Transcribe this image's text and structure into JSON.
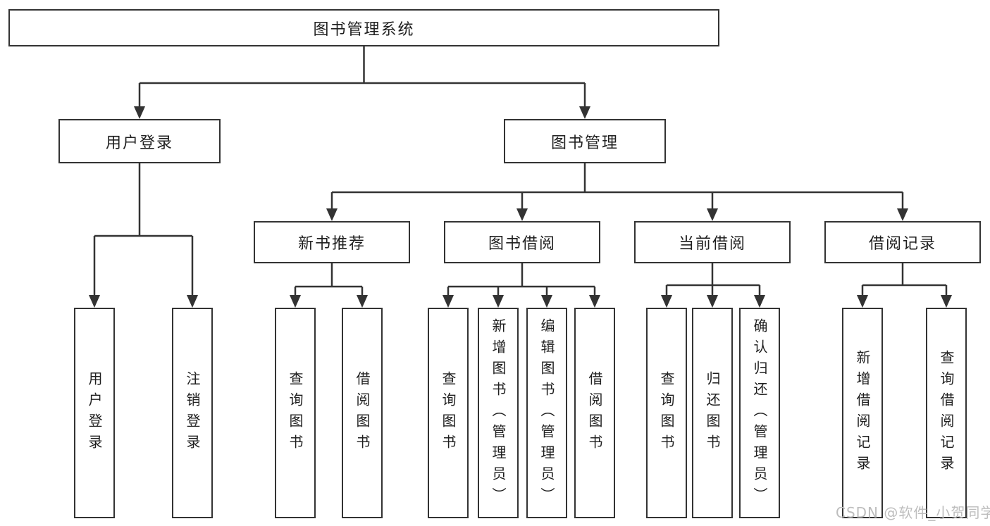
{
  "colors": {
    "background": "#ffffff",
    "line": "#333333",
    "box_border": "#333333",
    "text": "#1f1f1f",
    "watermark": "#bdbdbd"
  },
  "tree": {
    "label": "图书管理系统",
    "children": [
      {
        "label": "用户登录",
        "children": [
          {
            "label": "用户登录"
          },
          {
            "label": "注销登录"
          }
        ]
      },
      {
        "label": "图书管理",
        "children": [
          {
            "label": "新书推荐",
            "children": [
              {
                "label": "查询图书"
              },
              {
                "label": "借阅图书"
              }
            ]
          },
          {
            "label": "图书借阅",
            "children": [
              {
                "label": "查询图书"
              },
              {
                "label": "新增图书（管理员）"
              },
              {
                "label": "编辑图书（管理员）"
              },
              {
                "label": "借阅图书"
              }
            ]
          },
          {
            "label": "当前借阅",
            "children": [
              {
                "label": "查询图书"
              },
              {
                "label": "归还图书"
              },
              {
                "label": "确认归还（管理员）"
              }
            ]
          },
          {
            "label": "借阅记录",
            "children": [
              {
                "label": "新增借阅记录"
              },
              {
                "label": "查询借阅记录"
              }
            ]
          }
        ]
      }
    ]
  },
  "watermark": {
    "text": "CSDN @软件_小贺同学"
  }
}
